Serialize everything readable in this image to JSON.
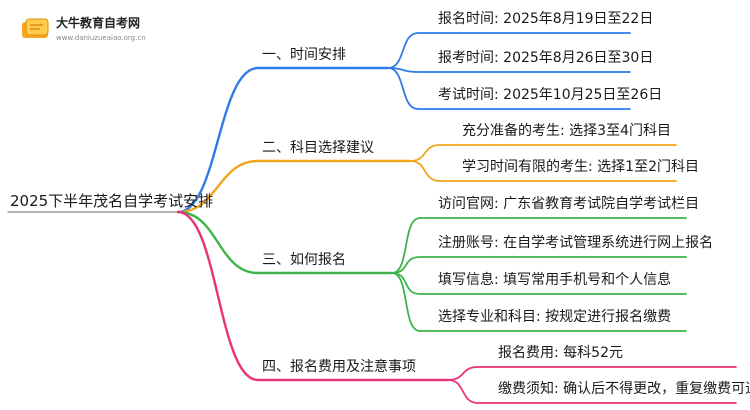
{
  "logo": {
    "title": "大牛教育自考网",
    "url": "www.daniuzueaiao.org.cn"
  },
  "root": "2025下半年茂名自学考试安排",
  "branches": [
    {
      "title": "一、时间安排",
      "color": "#2f7be6",
      "items": [
        "报名时间: 2025年8月19日至22日",
        "报考时间: 2025年8月26日至30日",
        "考试时间: 2025年10月25日至26日"
      ]
    },
    {
      "title": "二、科目选择建议",
      "color": "#f2a51a",
      "items": [
        "充分准备的考生: 选择3至4门科目",
        "学习时间有限的考生: 选择1至2门科目"
      ]
    },
    {
      "title": "三、如何报名",
      "color": "#3cb44b",
      "items": [
        "访问官网: 广东省教育考试院自学考试栏目",
        "注册账号: 在自学考试管理系统进行网上报名",
        "填写信息: 填写常用手机号和个人信息",
        "选择专业和科目: 按规定进行报名缴费"
      ]
    },
    {
      "title": "四、报名费用及注意事项",
      "color": "#e8337a",
      "items": [
        "报名费用: 每科52元",
        "缴费须知: 确认后不得更改，重复缴费可退款"
      ]
    }
  ]
}
